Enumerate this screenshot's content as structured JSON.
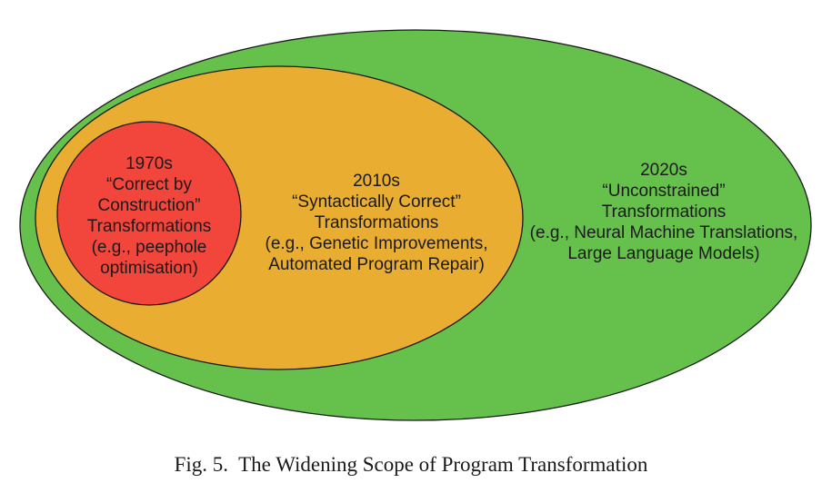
{
  "regions": {
    "outer": {
      "color": "#66c04c",
      "lines": [
        "2020s",
        "“Unconstrained”",
        "Transformations",
        "(e.g., Neural Machine Translations,",
        "Large Language Models)"
      ]
    },
    "middle": {
      "color": "#e9ad32",
      "lines": [
        "2010s",
        "“Syntactically Correct”",
        "Transformations",
        "(e.g., Genetic Improvements,",
        "Automated Program Repair)"
      ]
    },
    "inner": {
      "color": "#f2453b",
      "lines": [
        "1970s",
        "“Correct by",
        "Construction”",
        "Transformations",
        "(e.g., peephole",
        "optimisation)"
      ]
    }
  },
  "caption": "Fig. 5.  The Widening Scope of Program Transformation"
}
